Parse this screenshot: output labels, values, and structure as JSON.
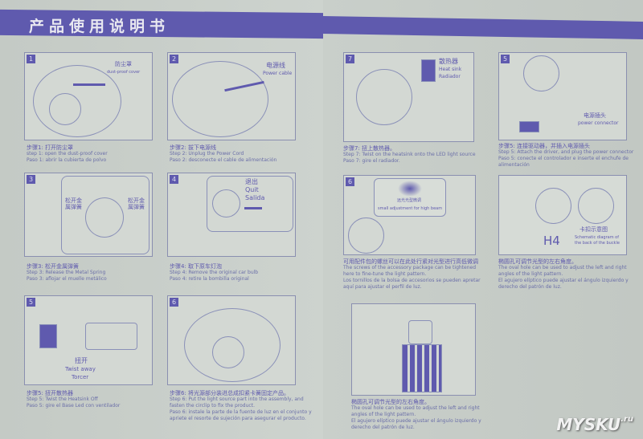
{
  "header": {
    "title": "产品使用说明书"
  },
  "steps": [
    {
      "num": "1",
      "labels": [
        "防尘罩",
        "dust-proof cover"
      ],
      "zh": "步骤1: 打开防尘罩",
      "en": "step 1: open the dust-proof cover",
      "es": "Paso 1: abrir la cubierta de polvo"
    },
    {
      "num": "2",
      "labels": [
        "电源线",
        "Power cable"
      ],
      "zh": "步骤2: 拔下电源线",
      "en": "Step 2: Unplug the Power Cord",
      "es": "Paso 2: desconecte el cable de alimentación"
    },
    {
      "num": "3",
      "labels": [
        "松开金属弹簧",
        "松开金属弹簧"
      ],
      "zh": "步骤3: 松开金属弹簧",
      "en": "Step 3: Release the Metal Spring",
      "es": "Paso 3: aflojar el muelle metálico"
    },
    {
      "num": "4",
      "labels": [
        "退出",
        "Quit",
        "Salida"
      ],
      "zh": "步骤4: 取下原车灯泡",
      "en": "Step 4: Remove the original car bulb",
      "es": "Paso 4: retire la bombilla original"
    },
    {
      "num": "5",
      "labels": [
        "扭开",
        "Twist away",
        "Torcer"
      ],
      "zh": "步骤5: 扭开散热器",
      "en": "Step 5: Twist the Heatsink Off",
      "es": "Paso 5: gire el Base Led con ventilador"
    },
    {
      "num": "6",
      "labels": [],
      "zh": "步骤6: 将光源部分装进总成扣紧卡簧固定产品。",
      "en": "Step 6: Put the light source part into the assembly, and fasten the circlip to fix the product.",
      "es": "Paso 6: instale la parte de la fuente de luz en el conjunto y apriete el resorte de sujeción para asegurar el producto."
    },
    {
      "num": "7",
      "labels": [
        "散热器",
        "Heat sink",
        "Radiador"
      ],
      "zh": "步骤7: 扭上散热器。",
      "en": "Step 7: Twist on the heatsink onto the LED light source",
      "es": "Paso 7: gire el radiador."
    },
    {
      "num": "5",
      "labels": [
        "电源插头",
        "power connector"
      ],
      "zh": "步骤5: 连接驱动器，并插入电源插头",
      "en": "Step 5: Attach the driver, and plug the power connector",
      "es": "Paso 5: conecte el controlador e inserte el enchufe de alimentación"
    },
    {
      "num": "6",
      "labels": [
        "远光光型微调",
        "small adjustment for high beam"
      ],
      "zh": "可用配件包的螺丝可以在此处行紧对光型进行高低微调",
      "en": "The screws of the accessory package can be tightened here to fine-tune the light pattern.",
      "es": "Los tornillos de la bolsa de accesorios se pueden apretar aquí para ajustar el perfil de luz."
    },
    {
      "num": "",
      "labels": [
        "H4",
        "卡扣示意图",
        "Schematic diagram of the back of the buckle"
      ],
      "zh": "椭圆孔可调节光型的左右角度。",
      "en": "The oval hole can be used to adjust the left and right angles of the light pattern.",
      "es": "El agujero elíptico puede ajustar el ángulo izquierdo y derecho del patrón de luz."
    },
    {
      "num": "",
      "labels": [],
      "zh": "椭圆孔可调节光型的左右角度。",
      "en": "The oval hole can be used to adjust the left and right angles of the light pattern.",
      "es": "El agujero elíptico puede ajustar el ángulo izquierdo y derecho del patrón de luz."
    }
  ],
  "watermark": {
    "text": "MYSKU",
    "suffix": ".ru"
  }
}
